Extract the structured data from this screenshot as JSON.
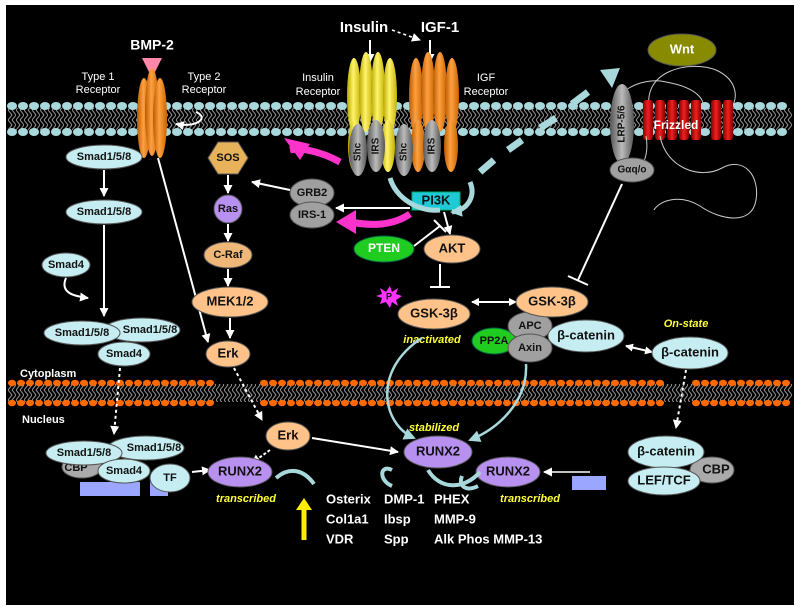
{
  "ligands": {
    "bmp2": "BMP-2",
    "insulin": "Insulin",
    "igf1": "IGF-1",
    "wnt": "Wnt"
  },
  "receptors": {
    "type1": [
      "Type 1",
      "Receptor"
    ],
    "type2": [
      "Type 2",
      "Receptor"
    ],
    "insulin": [
      "Insulin",
      "Receptor"
    ],
    "igf": [
      "IGF",
      "Receptor"
    ],
    "lrp": "LRP-5/6",
    "frizzled": "Frizzled",
    "galpha": "Gαq/o"
  },
  "adaptors": {
    "shc": "Shc",
    "irs": "IRS",
    "pi3k": "PI3K",
    "grb2": "GRB2",
    "irs1": "IRS-1"
  },
  "kinases": {
    "sos": "SOS",
    "ras": "Ras",
    "craf": "C-Raf",
    "mek": "MEK1/2",
    "erk": "Erk",
    "pten": "PTEN",
    "akt": "AKT",
    "gsk_left": "GSK-3β",
    "gsk_right": "GSK-3β",
    "p": "P",
    "pp2a": "PP2A",
    "apc": "APC",
    "axin": "Axin"
  },
  "smads": {
    "s158": "Smad1/5/8",
    "s4": "Smad4",
    "cbp": "CBP",
    "tf": "TF"
  },
  "catenin": {
    "label": "β-catenin",
    "cbp": "CBP",
    "leftcf": "LEF/TCF"
  },
  "runx": {
    "label": "RUNX2"
  },
  "compartments": {
    "cytoplasm": "Cytoplasm",
    "nucleus": "Nucleus"
  },
  "states": {
    "on_state": "On-state",
    "inactivated": "inactivated",
    "stabilized": "stabilized",
    "transcribed": "transcribed"
  },
  "genes": [
    [
      "Osterix",
      "DMP-1",
      "PHEX"
    ],
    [
      "Col1a1",
      "Ibsp",
      "MMP-9"
    ],
    [
      "VDR",
      "Spp",
      "Alk Phos MMP-13"
    ]
  ],
  "colors": {
    "membrane": "#a8d8dc",
    "receptor_orange": "#ff8c1a",
    "receptor_yellow": "#ffee00",
    "node_orange": "#ffc38a",
    "node_cyan": "#c6eef2",
    "node_purple": "#b890f0",
    "pi3k": "#1fc9d6",
    "pten": "#1fcc1f",
    "frizzled": "#cc0000",
    "wnt": "#888a00",
    "pink_arrow": "#ff33cc"
  }
}
